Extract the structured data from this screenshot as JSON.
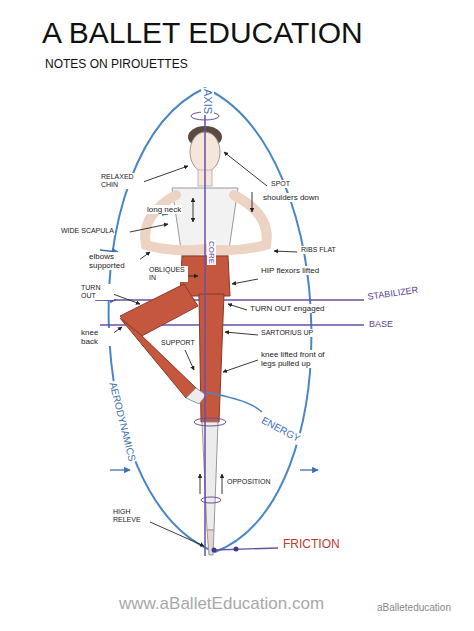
{
  "diagram": {
    "title": "A BALLET EDUCATION",
    "labels": [
      "NOTES ON PIROUETTES",
      "AXIS",
      "RELAXED CHIN",
      "SPOT",
      "long neck",
      "shoulders down",
      "WIDE SCAPULA",
      "RIBS FLAT",
      "elbows supported",
      "OBLIQUES IN",
      "HIP flexors lifted",
      "TURN OUT",
      "TURN OUT engaged",
      "STABILIZER",
      "CORE",
      "BASE",
      "knee back",
      "SARTORIUS UP",
      "SUPPORT",
      "knee lifted front of legs pulled up",
      "AERODYNAMICS",
      "ENERGY",
      "OPPOSITION",
      "HIGH RELEVE",
      "FRICTION",
      "www.aBalletEducation.com",
      "aBalleteducation"
    ]
  }
}
